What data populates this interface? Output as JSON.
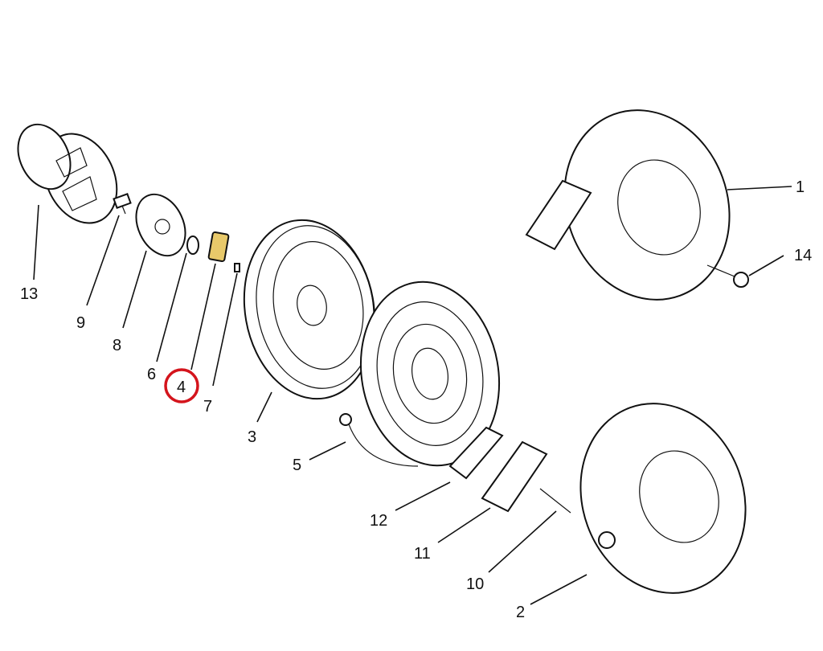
{
  "labels": {
    "l1": "1",
    "l2": "2",
    "l3": "3",
    "l4": "4",
    "l5": "5",
    "l6": "6",
    "l7": "7",
    "l8": "8",
    "l9": "9",
    "l10": "10",
    "l11": "11",
    "l12": "12",
    "l13": "13",
    "l14": "14"
  },
  "highlight": {
    "label": "4",
    "color": "#d4141c"
  },
  "colors": {
    "pin_fill": "#e8c96a"
  }
}
